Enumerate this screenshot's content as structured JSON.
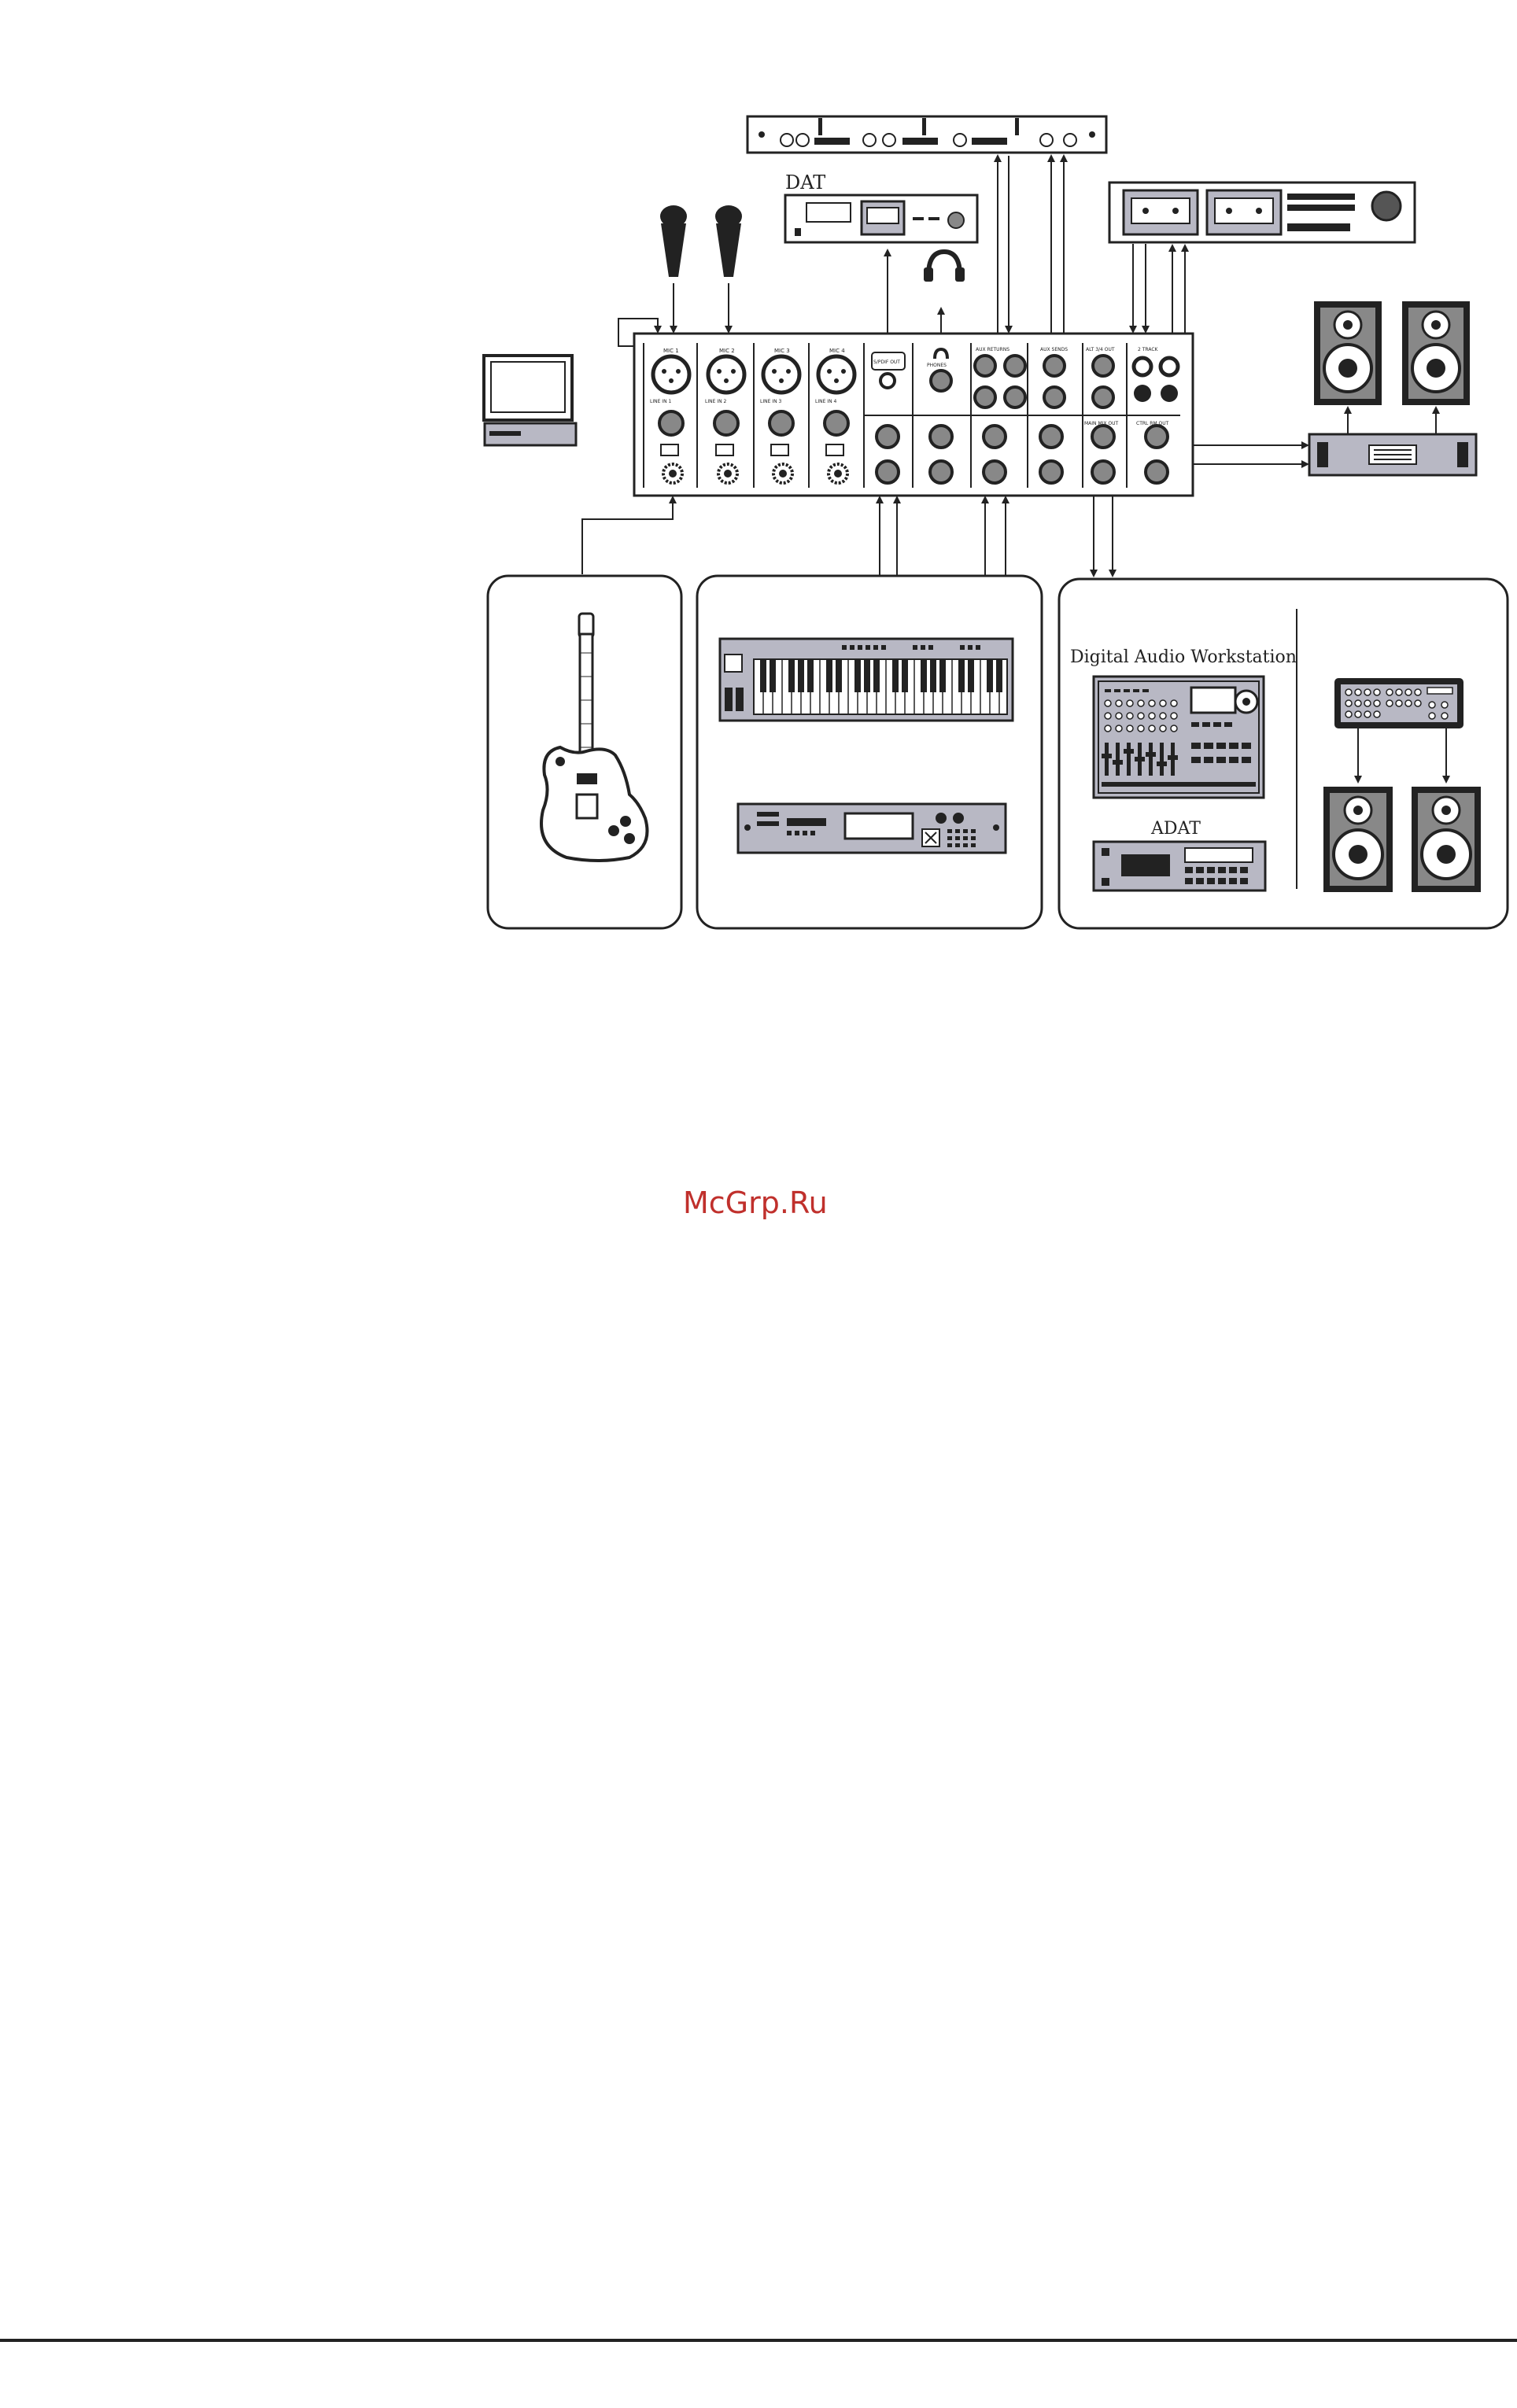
{
  "labels": {
    "dat": "DAT",
    "daw": "Digital Audio Workstation",
    "adat": "ADAT"
  },
  "mixer_labels": {
    "mic1": "MIC 1",
    "mic2": "MIC 2",
    "mic3": "MIC 3",
    "mic4": "MIC 4",
    "line1": "LINE IN 1",
    "line2": "LINE IN 2",
    "line3": "LINE IN 3",
    "line4": "LINE IN 4",
    "spdif": "S/PDIF OUT",
    "phones": "PHONES",
    "aux_returns": "AUX RETURNS",
    "aux_sends": "AUX SENDS",
    "alt_out": "ALT 3/4 OUT",
    "two_track": "2 TRACK",
    "main_out": "MAIN MIX OUT",
    "ctrl_room": "CTRL RM OUT"
  },
  "watermark": "McGrp.Ru"
}
